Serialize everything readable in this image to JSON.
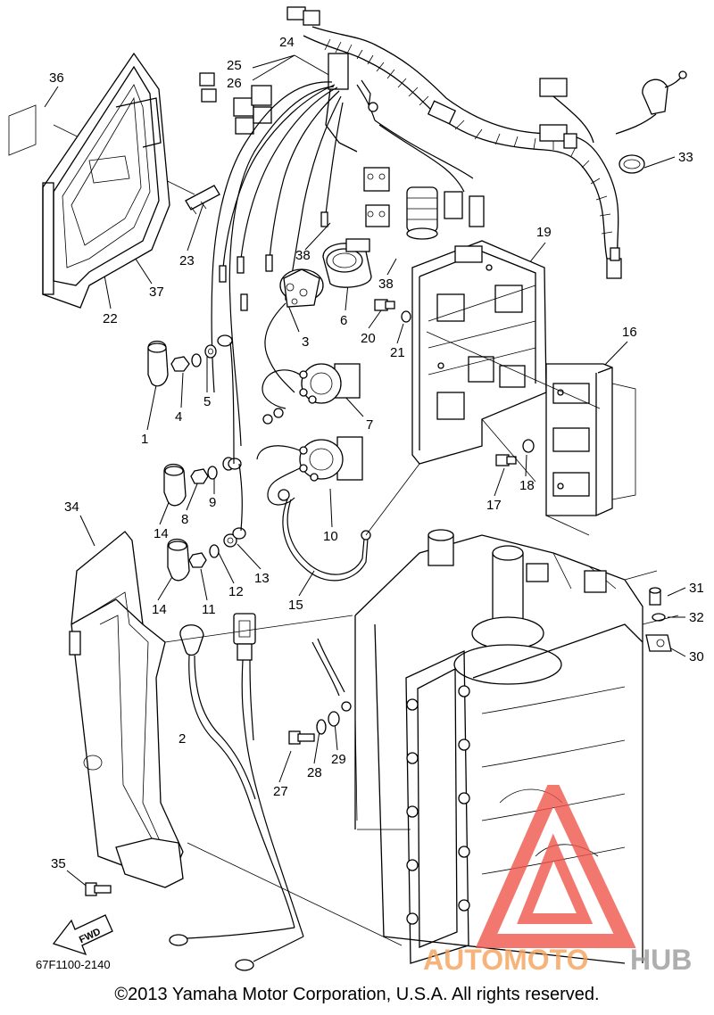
{
  "diagram": {
    "drawing_number": "67F1100-2140",
    "copyright": "©2013 Yamaha Motor Corporation, U.S.A. All rights reserved.",
    "fwd_label": "FWD",
    "callouts": [
      {
        "id": "p1",
        "label": "1"
      },
      {
        "id": "p2",
        "label": "2"
      },
      {
        "id": "p3",
        "label": "3"
      },
      {
        "id": "p4",
        "label": "4"
      },
      {
        "id": "p5",
        "label": "5"
      },
      {
        "id": "p6",
        "label": "6"
      },
      {
        "id": "p7",
        "label": "7"
      },
      {
        "id": "p8",
        "label": "8"
      },
      {
        "id": "p9",
        "label": "9"
      },
      {
        "id": "p10",
        "label": "10"
      },
      {
        "id": "p11",
        "label": "11"
      },
      {
        "id": "p12",
        "label": "12"
      },
      {
        "id": "p13",
        "label": "13"
      },
      {
        "id": "p14a",
        "label": "14"
      },
      {
        "id": "p14b",
        "label": "14"
      },
      {
        "id": "p15",
        "label": "15"
      },
      {
        "id": "p16",
        "label": "16"
      },
      {
        "id": "p17",
        "label": "17"
      },
      {
        "id": "p18",
        "label": "18"
      },
      {
        "id": "p19",
        "label": "19"
      },
      {
        "id": "p20",
        "label": "20"
      },
      {
        "id": "p21",
        "label": "21"
      },
      {
        "id": "p22",
        "label": "22"
      },
      {
        "id": "p23",
        "label": "23"
      },
      {
        "id": "p24",
        "label": "24"
      },
      {
        "id": "p25",
        "label": "25"
      },
      {
        "id": "p26",
        "label": "26"
      },
      {
        "id": "p27",
        "label": "27"
      },
      {
        "id": "p28",
        "label": "28"
      },
      {
        "id": "p29",
        "label": "29"
      },
      {
        "id": "p30",
        "label": "30"
      },
      {
        "id": "p31",
        "label": "31"
      },
      {
        "id": "p32",
        "label": "32"
      },
      {
        "id": "p33",
        "label": "33"
      },
      {
        "id": "p34",
        "label": "34"
      },
      {
        "id": "p35",
        "label": "35"
      },
      {
        "id": "p36",
        "label": "36"
      },
      {
        "id": "p37",
        "label": "37"
      },
      {
        "id": "p38a",
        "label": "38"
      },
      {
        "id": "p38b",
        "label": "38"
      }
    ]
  },
  "watermark": {
    "brand_left": "AUTOMOTO",
    "brand_right": "HUB",
    "color_primary": "#f0564a",
    "color_secondary": "#f5a25a",
    "color_dark": "#9a9a9a"
  }
}
